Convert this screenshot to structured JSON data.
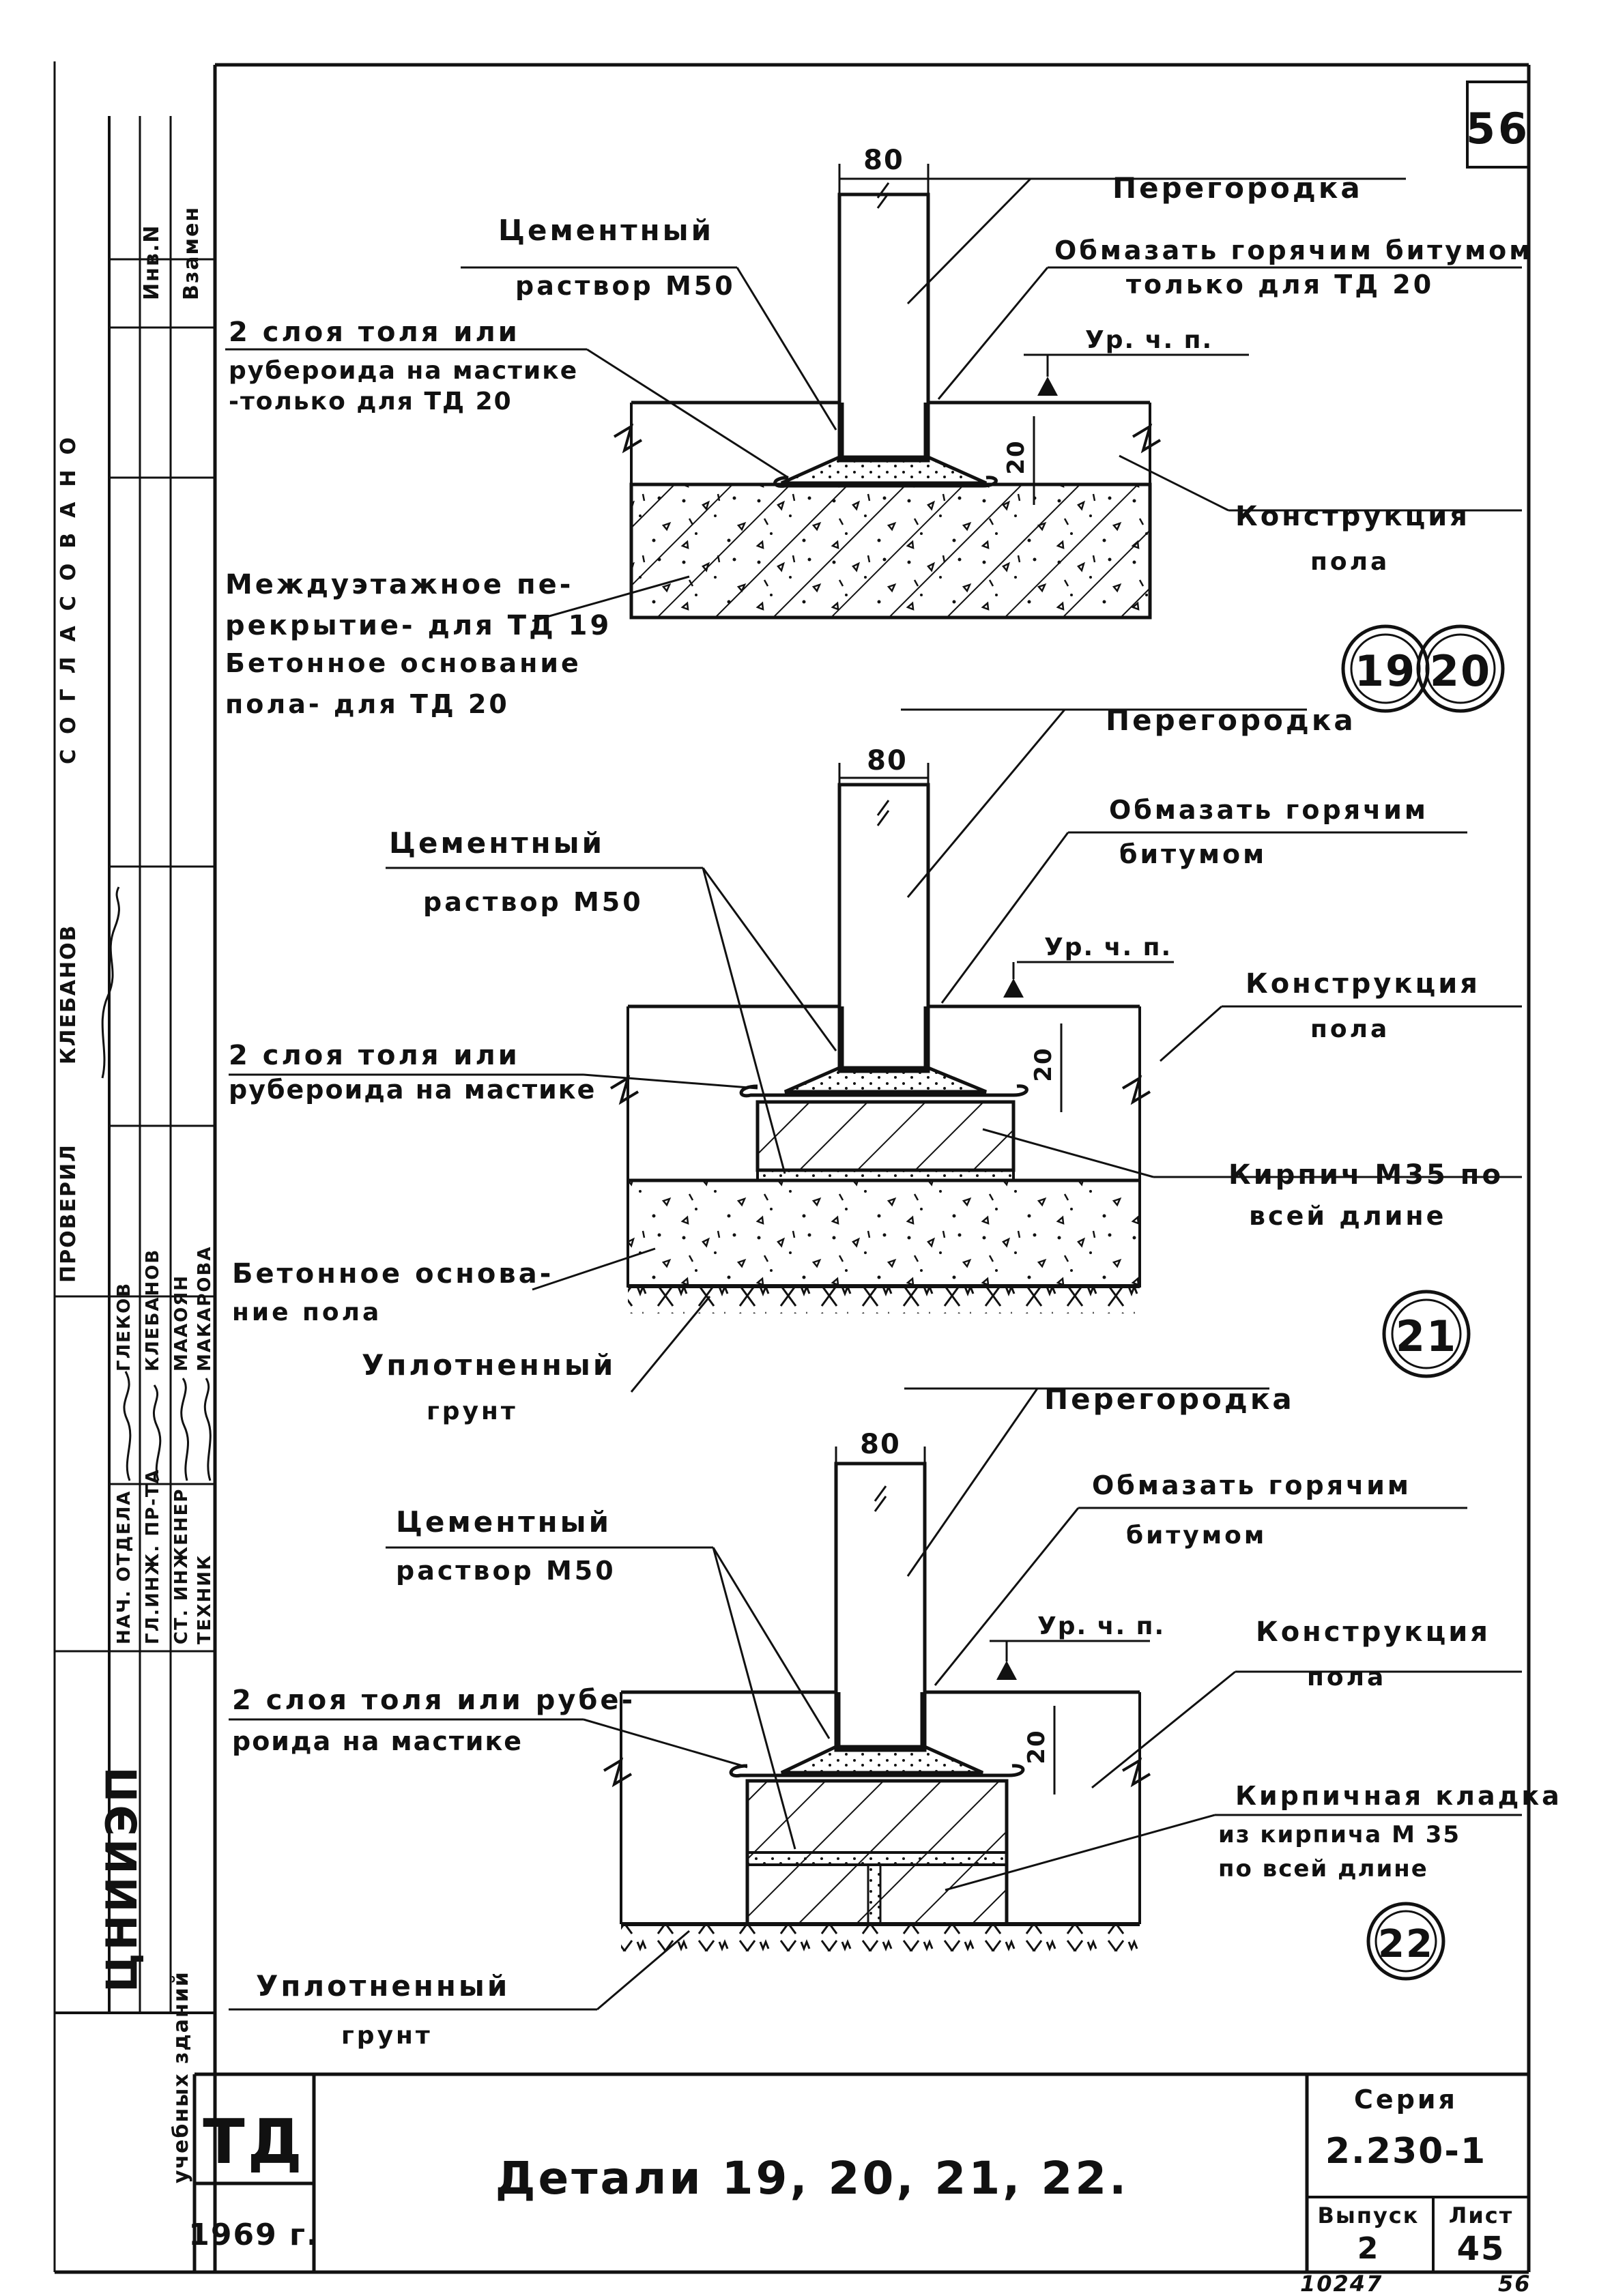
{
  "sheet": {
    "page_number": "56",
    "page_number_bottom": "56",
    "archive_number": "10247"
  },
  "side_stamp": {
    "col_inv": "Инв.N",
    "col_replace": "Взамен",
    "approved": "СОГЛАСОВАНО",
    "checker_name": "КЛЕБАНОВ",
    "checked": "ПРОВЕРИЛ",
    "roles": [
      "НАЧ. ОТДЕЛА",
      "ГЛ.ИНЖ. ПР-ТА",
      "СТ. ИНЖЕНЕР",
      "ТЕХНИК"
    ],
    "names": [
      "ГЛЕКОВ",
      "КЛЕБАНОВ",
      "МААОЯН",
      "МАКАРОВА"
    ],
    "institute": "ЦНИИЭП",
    "institute_sub": "учебных зданий"
  },
  "detail_1": {
    "dim_top": "80",
    "partition": "Перегородка",
    "coat_line1": "Обмазать горячим битумом",
    "coat_line2": "только для ТД 20",
    "mortar_line1": "Цементный",
    "mortar_line2": "раствор М50",
    "layers_line1": "2 слоя толя или",
    "layers_line2": "рубероида на мастике",
    "layers_line3": "-только для ТД 20",
    "floor_level": "Ур. ч. п.",
    "dim_side": "20",
    "floor_line1": "Конструкция",
    "floor_line2": "пола",
    "slab_line1": "Междуэтажное пе-",
    "slab_line2": "рекрытие- для ТД 19",
    "slab_line3": "Бетонное основание",
    "slab_line4": "пола- для ТД 20",
    "mark_a": "19",
    "mark_b": "20"
  },
  "detail_2": {
    "dim_top": "80",
    "partition": "Перегородка",
    "coat_line1": "Обмазать горячим",
    "coat_line2": "битумом",
    "mortar_line1": "Цементный",
    "mortar_line2": "раствор М50",
    "floor_level": "Ур. ч. п.",
    "floor_line1": "Конструкция",
    "floor_line2": "пола",
    "layers_line1": "2 слоя толя или",
    "layers_line2": "рубероида на мастике",
    "dim_side": "20",
    "brick_line1": "Кирпич М35 по",
    "brick_line2": "всей длине",
    "base_line1": "Бетонное основа-",
    "base_line2": "ние пола",
    "soil_line1": "Уплотненный",
    "soil_line2": "грунт",
    "mark": "21"
  },
  "detail_3": {
    "dim_top": "80",
    "partition": "Перегородка",
    "coat_line1": "Обмазать горячим",
    "coat_line2": "битумом",
    "mortar_line1": "Цементный",
    "mortar_line2": "раствор М50",
    "floor_level": "Ур. ч. п.",
    "floor_line1": "Конструкция",
    "floor_line2": "пола",
    "layers_line1": "2 слоя толя или рубе-",
    "layers_line2": "роида на мастике",
    "dim_side": "20",
    "masonry_line1": "Кирпичная кладка",
    "masonry_line2": "из кирпича М 35",
    "masonry_line3": "по всей длине",
    "soil_line1": "Уплотненный",
    "soil_line2": "грунт",
    "mark": "22"
  },
  "title_block": {
    "code": "ТД",
    "year": "1969 г.",
    "title": "Детали 19, 20, 21, 22.",
    "series_label": "Серия",
    "series_value": "2.230-1",
    "issue_label": "Выпуск",
    "issue_value": "2",
    "sheet_label": "Лист",
    "sheet_value": "45"
  }
}
